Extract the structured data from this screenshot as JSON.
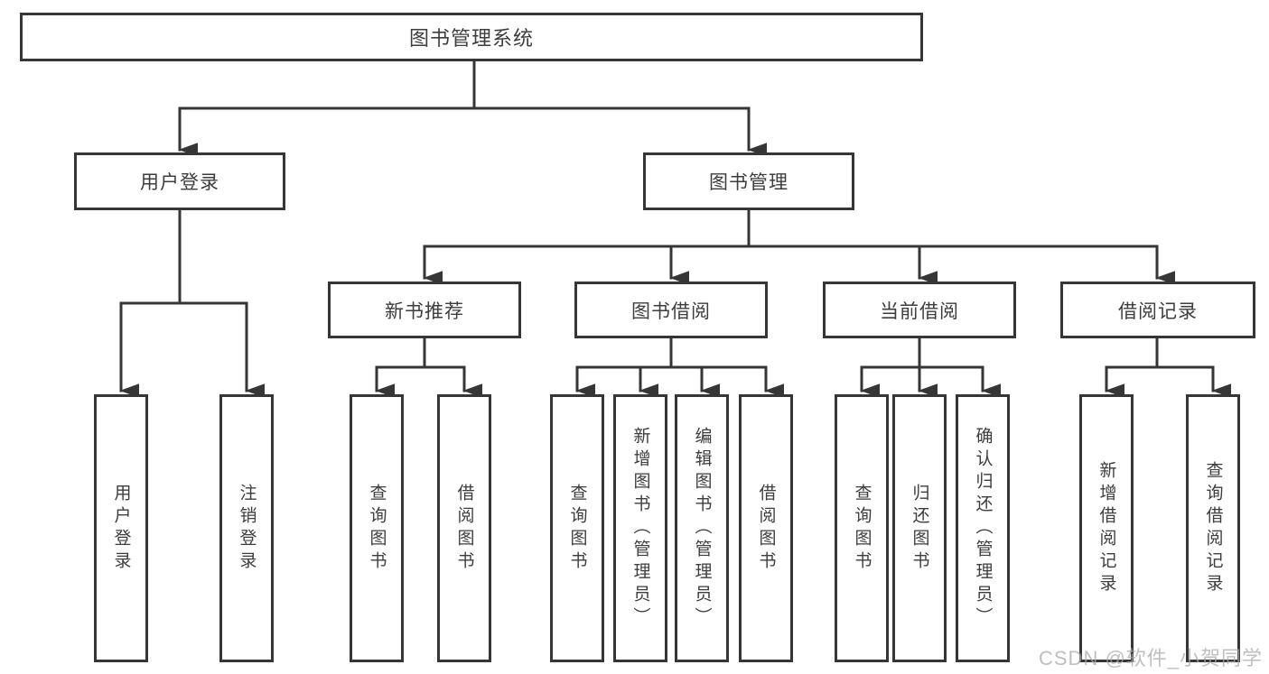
{
  "diagram": {
    "type": "hierarchy",
    "root": {
      "label": "图书管理系统"
    },
    "level2": [
      {
        "label": "用户登录",
        "parent": "图书管理系统"
      },
      {
        "label": "图书管理",
        "parent": "图书管理系统"
      }
    ],
    "level3": [
      {
        "label": "新书推荐",
        "parent": "图书管理"
      },
      {
        "label": "图书借阅",
        "parent": "图书管理"
      },
      {
        "label": "当前借阅",
        "parent": "图书管理"
      },
      {
        "label": "借阅记录",
        "parent": "图书管理"
      }
    ],
    "leaves": [
      {
        "label": "用户登录",
        "parent": "用户登录"
      },
      {
        "label": "注销登录",
        "parent": "用户登录"
      },
      {
        "label": "查询图书",
        "parent": "新书推荐"
      },
      {
        "label": "借阅图书",
        "parent": "新书推荐"
      },
      {
        "label": "查询图书",
        "parent": "图书借阅"
      },
      {
        "label": "新增图书（管理员）",
        "parent": "图书借阅"
      },
      {
        "label": "编辑图书（管理员）",
        "parent": "图书借阅"
      },
      {
        "label": "借阅图书",
        "parent": "图书借阅"
      },
      {
        "label": "查询图书",
        "parent": "当前借阅"
      },
      {
        "label": "归还图书",
        "parent": "当前借阅"
      },
      {
        "label": "确认归还（管理员）",
        "parent": "当前借阅"
      },
      {
        "label": "新增借阅记录",
        "parent": "借阅记录"
      },
      {
        "label": "查询借阅记录",
        "parent": "借阅记录"
      }
    ]
  },
  "watermark": {
    "text": "CSDN @软件_小贺同学",
    "color": "#aaaaaa"
  },
  "colors": {
    "background": "#ffffff",
    "line": "#363636",
    "box_border": "#363636",
    "text": "#3d3d3d"
  }
}
